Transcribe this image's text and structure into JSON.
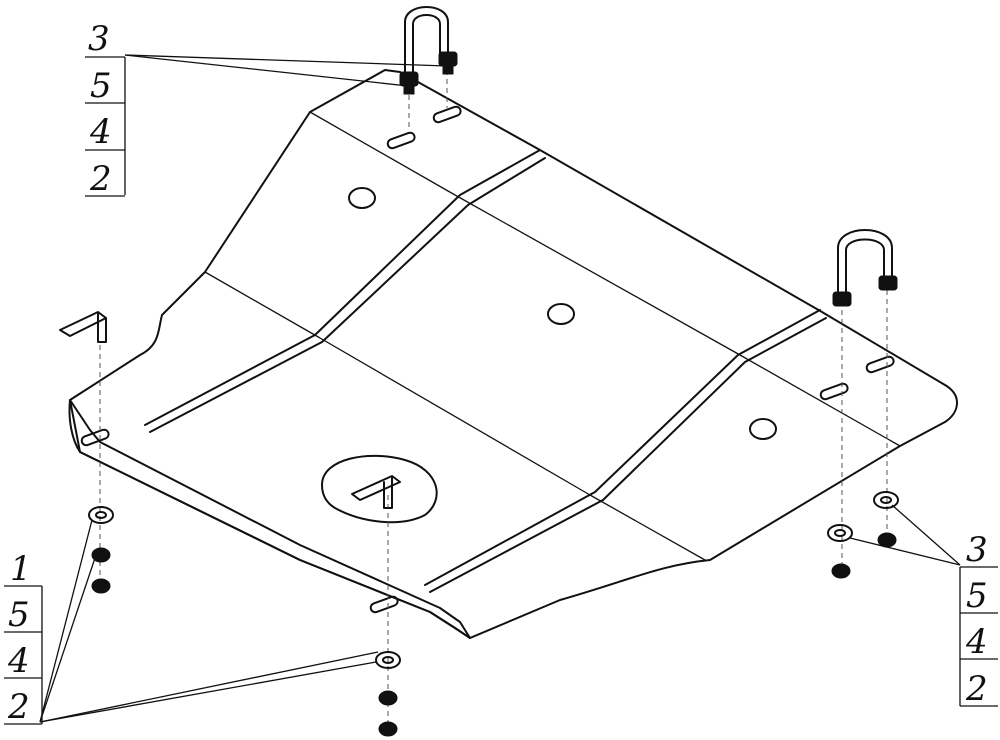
{
  "callouts": {
    "top_left": [
      "3",
      "5",
      "4",
      "2"
    ],
    "bottom_left": [
      "1",
      "5",
      "4",
      "2"
    ],
    "right": [
      "3",
      "5",
      "4",
      "2"
    ]
  }
}
